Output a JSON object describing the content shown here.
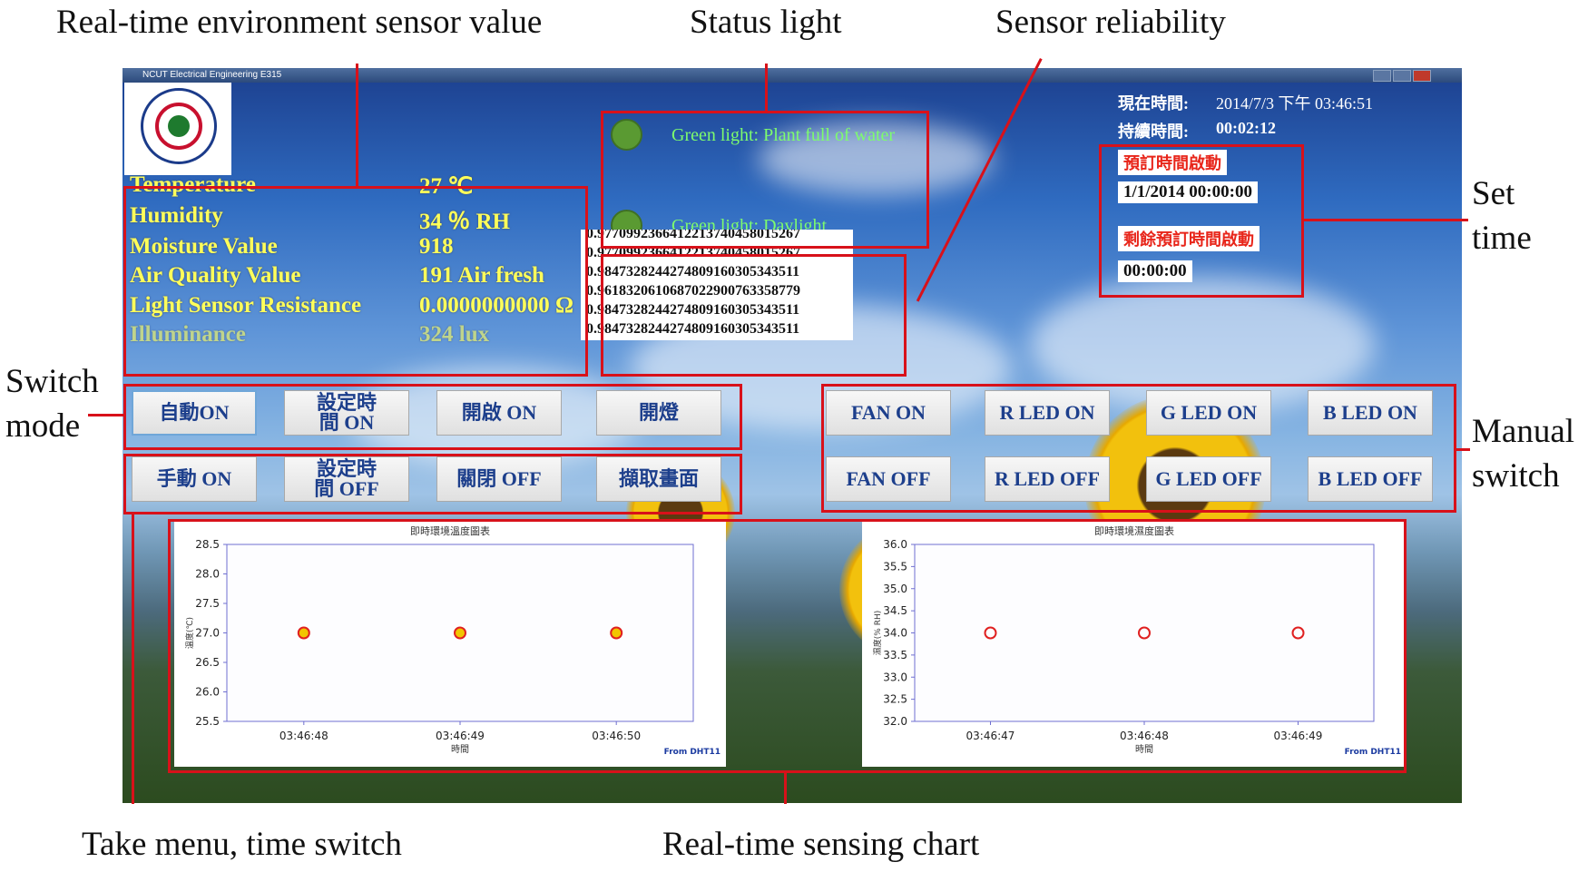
{
  "callouts": {
    "sensor_value": "Real-time environment sensor value",
    "status_light": "Status light",
    "sensor_reliability": "Sensor reliability",
    "set_time": [
      "Set",
      "time"
    ],
    "switch_mode": [
      "Switch",
      "mode"
    ],
    "manual_switch": [
      "Manual",
      "switch"
    ],
    "take_menu": "Take menu, time switch",
    "sensing_chart": "Real-time sensing chart"
  },
  "window": {
    "title": "NCUT Electrical Engineering E315"
  },
  "sensors": [
    {
      "label": "Temperature",
      "value": "27 ℃"
    },
    {
      "label": "Humidity",
      "value": "34 ％ RH"
    },
    {
      "label": "Moisture  Value",
      "value": "918"
    },
    {
      "label": "Air Quality Value",
      "value": "191 Air fresh"
    },
    {
      "label": "Light Sensor Resistance",
      "value": "0.0000000000 Ω"
    },
    {
      "label": "Illuminance",
      "value": "324 lux"
    }
  ],
  "status": [
    {
      "text": "Green light: Plant full of water",
      "color": "#5a9a32"
    },
    {
      "text": "Green light: Daylight",
      "color": "#5a9a32"
    }
  ],
  "reliability": [
    "0.977099236641221374045801526​7",
    "0.9770992366412213740458015267",
    "0.9847328244274809160305343511",
    "0.9618320610687022900763358779",
    "0.9847328244274809160305343511",
    "0.9847328244274809160305343511"
  ],
  "time": {
    "now_label": "現在時間:",
    "now_value": "2014/7/3 下午 03:46:51",
    "duration_label": "持續時間:",
    "duration_value": "00:02:12",
    "scheduled_label": "預訂時間啟動",
    "scheduled_value": "1/1/2014 00:00:00",
    "remaining_label": "剩餘預訂時間啟動",
    "remaining_value": "00:00:00"
  },
  "mode_buttons": {
    "auto_on": "自動ON",
    "set_time_on": "設定時間 ON",
    "open_on": "開啟 ON",
    "light_on": "開燈",
    "manual_on": "手動 ON",
    "set_time_off": "設定時間 OFF",
    "close_off": "關閉 OFF",
    "capture": "擷取畫面"
  },
  "manual_buttons": {
    "fan_on": "FAN ON",
    "r_led_on": "R LED ON",
    "g_led_on": "G LED ON",
    "b_led_on": "B LED ON",
    "fan_off": "FAN OFF",
    "r_led_off": "R LED OFF",
    "g_led_off": "G LED OFF",
    "b_led_off": "B LED OFF"
  },
  "colors": {
    "highlight": "#d8111a",
    "sensor_text": "#ffff5a",
    "status_text": "#7dfc6e",
    "button_text": "#1d3f8c"
  },
  "chart_data": [
    {
      "type": "scatter",
      "title": "即時環境溫度圖表",
      "xlabel": "時間",
      "ylabel": "溫度(℃)",
      "x": [
        "03:46:48",
        "03:46:49",
        "03:46:50"
      ],
      "y": [
        27.0,
        27.0,
        27.0
      ],
      "ylim": [
        25.5,
        28.5
      ],
      "yticks": [
        "25.5",
        "26.0",
        "26.5",
        "27.0",
        "27.5",
        "28.0",
        "28.5"
      ],
      "marker": "filled",
      "source": "From DHT11"
    },
    {
      "type": "scatter",
      "title": "即時環境濕度圖表",
      "xlabel": "時間",
      "ylabel": "濕度(% RH)",
      "x": [
        "03:46:47",
        "03:46:48",
        "03:46:49"
      ],
      "y": [
        34.0,
        34.0,
        34.0
      ],
      "ylim": [
        32.0,
        36.0
      ],
      "yticks": [
        "32.0",
        "32.5",
        "33.0",
        "33.5",
        "34.0",
        "34.5",
        "35.0",
        "35.5",
        "36.0"
      ],
      "marker": "hollow",
      "source": "From DHT11"
    }
  ]
}
